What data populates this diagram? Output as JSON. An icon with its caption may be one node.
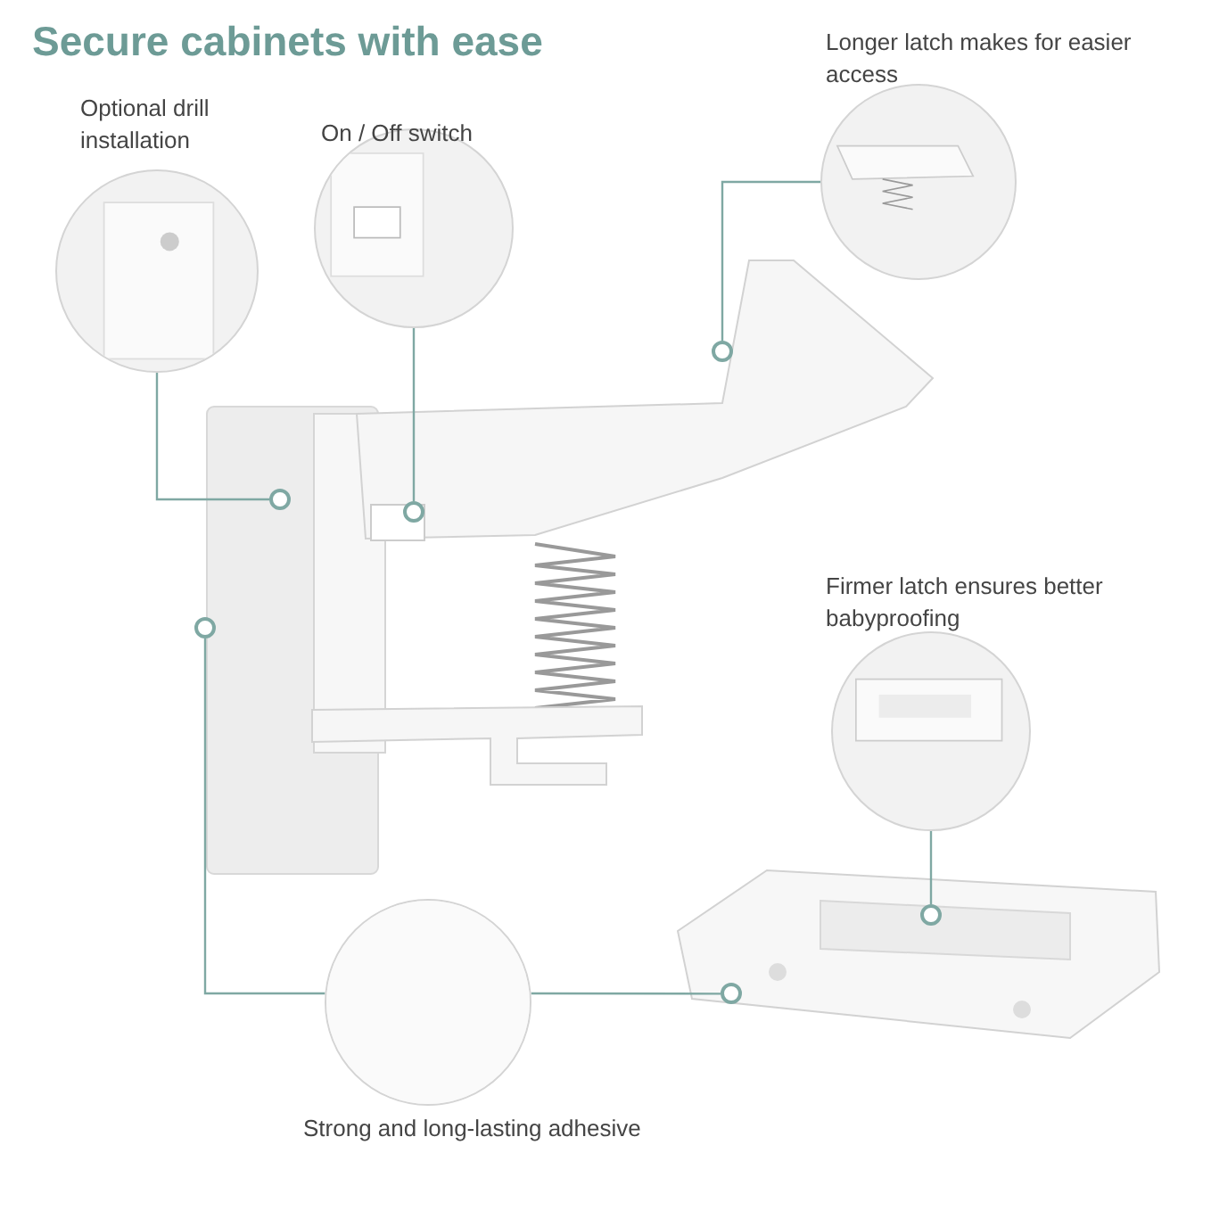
{
  "diagram": {
    "title": "Secure cabinets with ease",
    "nodes": [
      {
        "text": [
          "Optional drill installation"
        ]
      },
      {
        "text": [
          "On / Off switch"
        ]
      },
      {
        "text": [
          "Longer latch makes for easier access"
        ]
      },
      {
        "text": [
          "Firmer latch ensures better babyproofing"
        ]
      },
      {
        "text": [
          "Strong and long-lasting adhesive"
        ]
      },
      {
        "text": [],
        "shape": "circle"
      },
      {
        "text": [],
        "shape": "circle"
      },
      {
        "text": [],
        "shape": "circle"
      },
      {
        "text": [],
        "shape": "circle"
      },
      {
        "text": [],
        "shape": "circle"
      },
      {
        "text": [],
        "shape": "circle"
      }
    ],
    "edges": [
      {
        "from": 0,
        "to": 5,
        "arrow": "none"
      },
      {
        "from": 1,
        "to": 6,
        "arrow": "none"
      },
      {
        "from": 2,
        "to": 7,
        "arrow": "none"
      },
      {
        "from": 3,
        "to": 9,
        "arrow": "none"
      },
      {
        "from": 4,
        "to": 8,
        "arrow": "none"
      },
      {
        "from": 4,
        "to": 10,
        "arrow": "none"
      }
    ]
  }
}
